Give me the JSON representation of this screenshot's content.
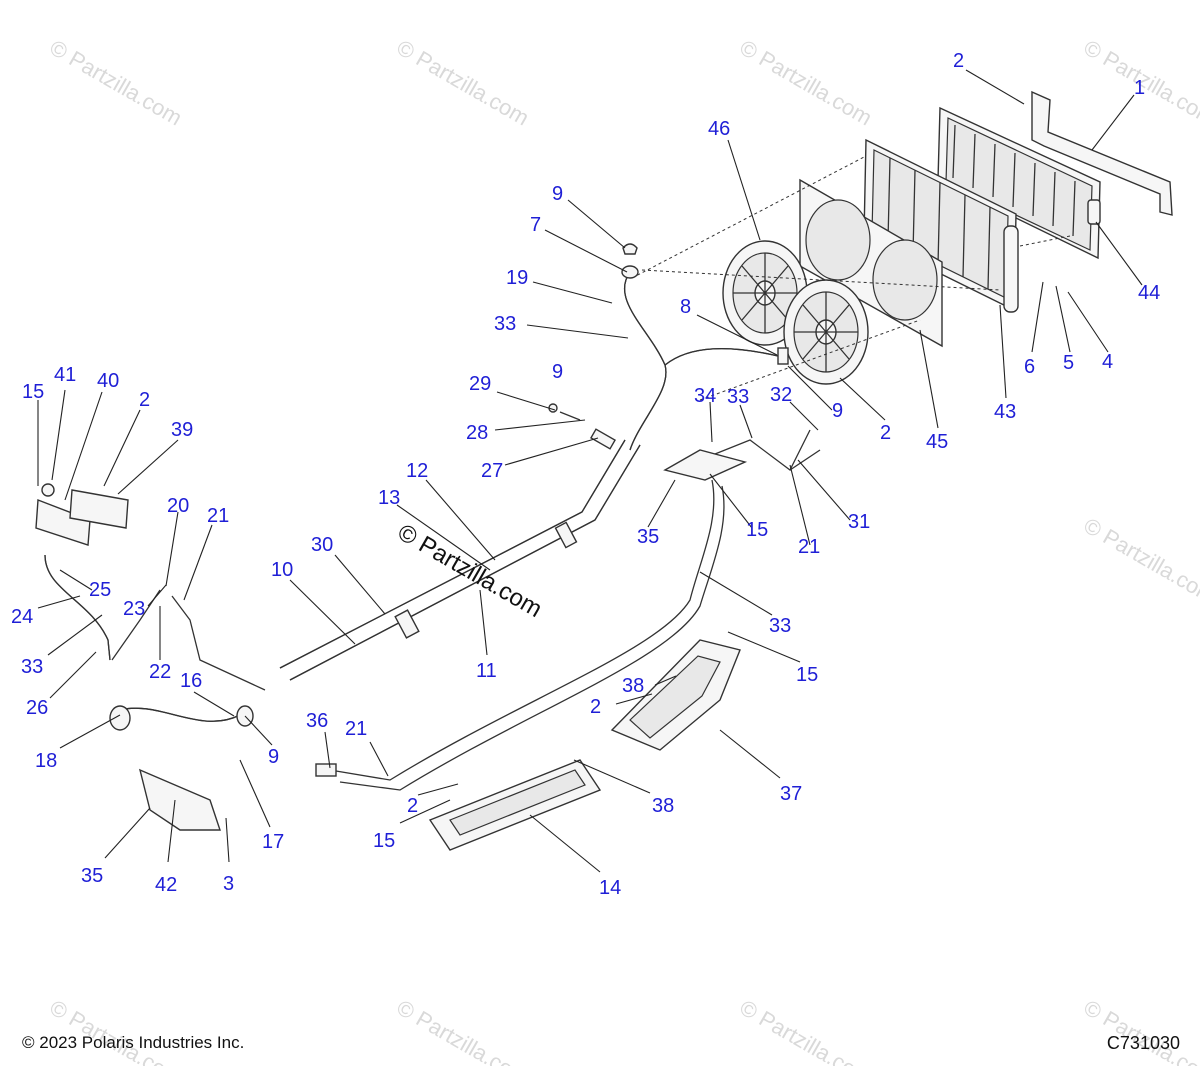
{
  "watermark": "© Partzilla.com",
  "footer": {
    "copyright": "© 2023 Polaris Industries Inc.",
    "code": "C731030"
  },
  "callouts": [
    {
      "id": "c1",
      "text": "1"
    },
    {
      "id": "c2a",
      "text": "2"
    },
    {
      "id": "c44",
      "text": "44"
    },
    {
      "id": "c46",
      "text": "46"
    },
    {
      "id": "c9a",
      "text": "9"
    },
    {
      "id": "c7",
      "text": "7"
    },
    {
      "id": "c19",
      "text": "19"
    },
    {
      "id": "c33a",
      "text": "33"
    },
    {
      "id": "c8",
      "text": "8"
    },
    {
      "id": "c6",
      "text": "6"
    },
    {
      "id": "c5",
      "text": "5"
    },
    {
      "id": "c4",
      "text": "4"
    },
    {
      "id": "c43",
      "text": "43"
    },
    {
      "id": "c45",
      "text": "45"
    },
    {
      "id": "c2b",
      "text": "2"
    },
    {
      "id": "c9b",
      "text": "9"
    },
    {
      "id": "c32",
      "text": "32"
    },
    {
      "id": "c33b",
      "text": "33"
    },
    {
      "id": "c34",
      "text": "34"
    },
    {
      "id": "c9c",
      "text": "9"
    },
    {
      "id": "c29",
      "text": "29"
    },
    {
      "id": "c28",
      "text": "28"
    },
    {
      "id": "c27",
      "text": "27"
    },
    {
      "id": "c31",
      "text": "31"
    },
    {
      "id": "c21a",
      "text": "21"
    },
    {
      "id": "c15a",
      "text": "15"
    },
    {
      "id": "c35a",
      "text": "35"
    },
    {
      "id": "c12",
      "text": "12"
    },
    {
      "id": "c13",
      "text": "13"
    },
    {
      "id": "c15b",
      "text": "15"
    },
    {
      "id": "c41",
      "text": "41"
    },
    {
      "id": "c40",
      "text": "40"
    },
    {
      "id": "c2c",
      "text": "2"
    },
    {
      "id": "c39",
      "text": "39"
    },
    {
      "id": "c20",
      "text": "20"
    },
    {
      "id": "c21b",
      "text": "21"
    },
    {
      "id": "c30",
      "text": "30"
    },
    {
      "id": "c10",
      "text": "10"
    },
    {
      "id": "c25",
      "text": "25"
    },
    {
      "id": "c24",
      "text": "24"
    },
    {
      "id": "c23",
      "text": "23"
    },
    {
      "id": "c33c",
      "text": "33"
    },
    {
      "id": "c22",
      "text": "22"
    },
    {
      "id": "c11",
      "text": "11"
    },
    {
      "id": "c33d",
      "text": "33"
    },
    {
      "id": "c15c",
      "text": "15"
    },
    {
      "id": "c26",
      "text": "26"
    },
    {
      "id": "c16",
      "text": "16"
    },
    {
      "id": "c38a",
      "text": "38"
    },
    {
      "id": "c2d",
      "text": "2"
    },
    {
      "id": "c36",
      "text": "36"
    },
    {
      "id": "c21c",
      "text": "21"
    },
    {
      "id": "c18",
      "text": "18"
    },
    {
      "id": "c9d",
      "text": "9"
    },
    {
      "id": "c37",
      "text": "37"
    },
    {
      "id": "c2e",
      "text": "2"
    },
    {
      "id": "c38b",
      "text": "38"
    },
    {
      "id": "c15d",
      "text": "15"
    },
    {
      "id": "c17",
      "text": "17"
    },
    {
      "id": "c35b",
      "text": "35"
    },
    {
      "id": "c42",
      "text": "42"
    },
    {
      "id": "c3",
      "text": "3"
    },
    {
      "id": "c14",
      "text": "14"
    }
  ]
}
